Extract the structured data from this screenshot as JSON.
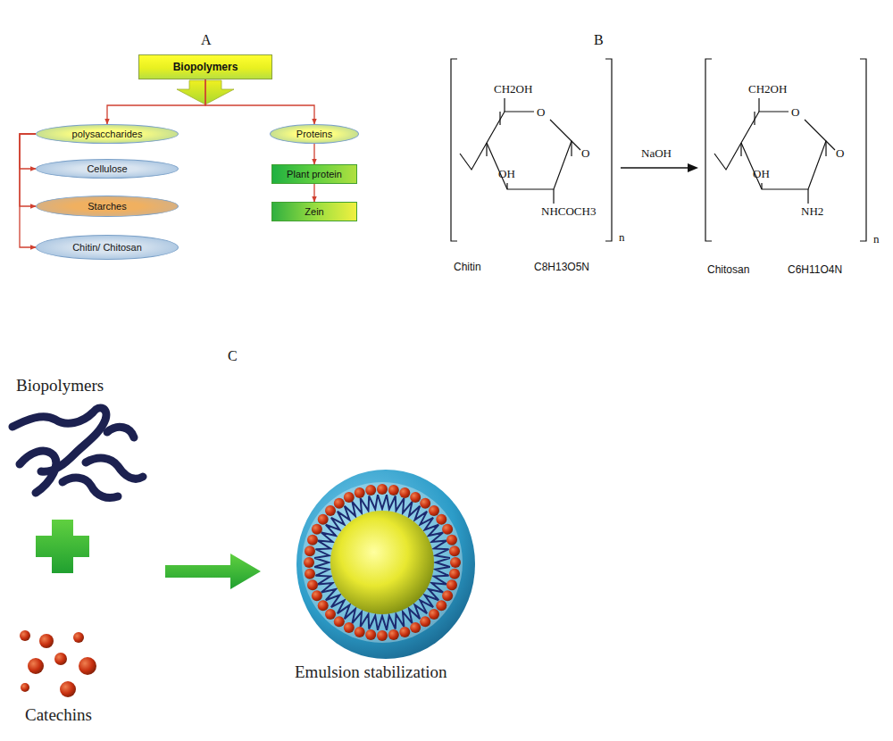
{
  "diagram": {
    "nodes": [
      {
        "text": [
          "Biopolymers"
        ]
      },
      {
        "text": [
          "polysaccharides"
        ]
      },
      {
        "text": [
          "Cellulose"
        ]
      },
      {
        "text": [
          "Starches"
        ]
      },
      {
        "text": [
          "Chitin/ Chitosan"
        ]
      },
      {
        "text": [
          "Proteins"
        ]
      },
      {
        "text": [
          "Plant protein"
        ]
      },
      {
        "text": [
          "Zein"
        ]
      }
    ],
    "edges": [
      {
        "from": 0,
        "to": 1,
        "arrow": "to"
      },
      {
        "from": 0,
        "to": 5,
        "arrow": "to"
      },
      {
        "from": 1,
        "to": 2,
        "arrow": "to"
      },
      {
        "from": 1,
        "to": 3,
        "arrow": "to"
      },
      {
        "from": 1,
        "to": 4,
        "arrow": "to"
      },
      {
        "from": 5,
        "to": 6,
        "arrow": "to"
      },
      {
        "from": 6,
        "to": 7,
        "arrow": "to"
      }
    ],
    "labels": [
      "A",
      "B",
      "CH2OH",
      "O",
      "O",
      "OH",
      "NHCOCH3",
      "n",
      "NaOH",
      "CH2OH",
      "O",
      "O",
      "OH",
      "NH2",
      "n",
      "Chitin",
      "C8H13O5N",
      "Chitosan",
      "C6H11O4N",
      "C",
      "Biopolymers",
      "Catechins",
      "Emulsion stabilization"
    ]
  }
}
